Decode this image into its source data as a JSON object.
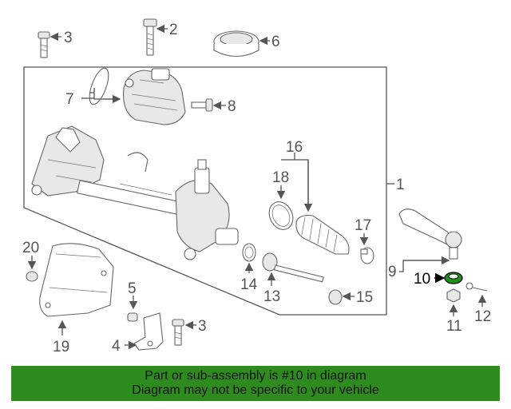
{
  "callouts": {
    "c1": "1",
    "c2": "2",
    "c3a": "3",
    "c3b": "3",
    "c4": "4",
    "c5": "5",
    "c6": "6",
    "c7": "7",
    "c8": "8",
    "c9": "9",
    "c10": "10",
    "c11": "11",
    "c12": "12",
    "c13": "13",
    "c14": "14",
    "c15": "15",
    "c16": "16",
    "c17": "17",
    "c18": "18",
    "c19": "19",
    "c20": "20"
  },
  "banner": {
    "line1": "Part or sub-assembly is #10 in diagram",
    "line2": "Diagram may not be specific to your vehicle"
  },
  "colors": {
    "banner_bg": "#2e8b1e",
    "highlight_part": "#1f8f1f",
    "line": "#555555"
  }
}
